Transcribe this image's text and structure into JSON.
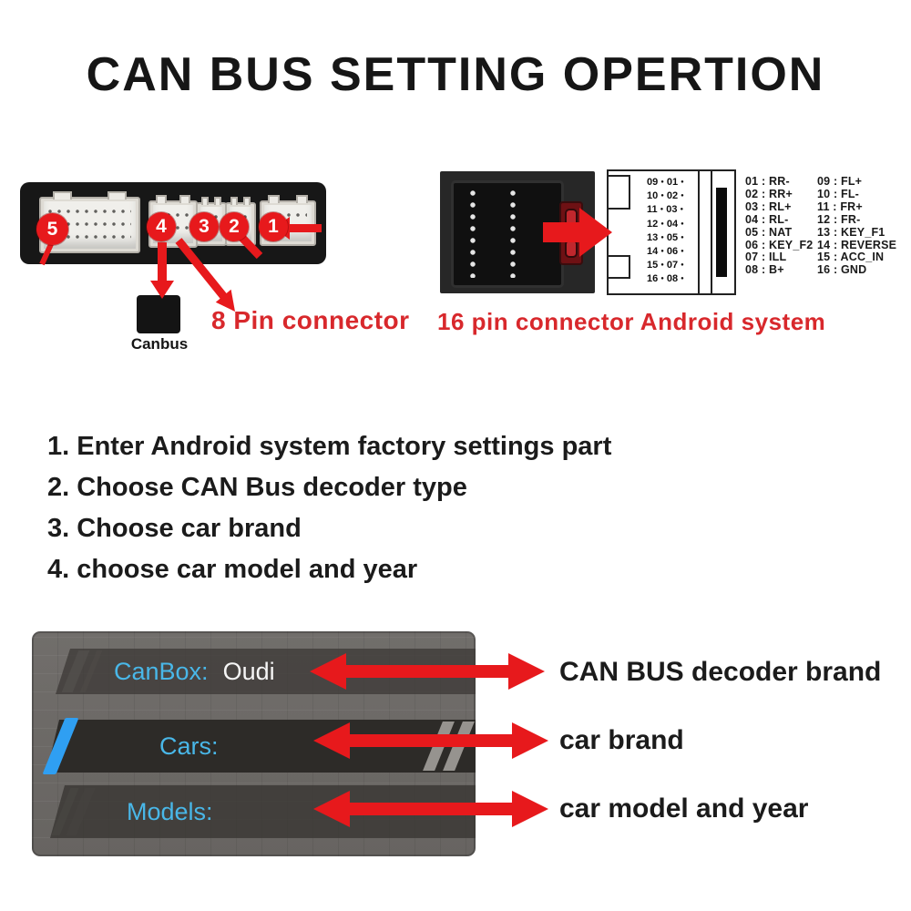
{
  "title": "CAN BUS SETTING OPERTION",
  "harness": {
    "connector_numbers": [
      "5",
      "4",
      "3",
      "2",
      "1"
    ],
    "canbus_box_label": "Canbus",
    "label_8pin": "8 Pin connector",
    "label_16pin": "16 pin connector Android system"
  },
  "pin_diagram": {
    "rows": [
      {
        "left": "09",
        "right": "01"
      },
      {
        "left": "10",
        "right": "02"
      },
      {
        "left": "11",
        "right": "03"
      },
      {
        "left": "12",
        "right": "04"
      },
      {
        "left": "13",
        "right": "05"
      },
      {
        "left": "14",
        "right": "06"
      },
      {
        "left": "15",
        "right": "07"
      },
      {
        "left": "16",
        "right": "08"
      }
    ]
  },
  "pinout": {
    "col1": [
      "01 : RR-",
      "02 : RR+",
      "03 : RL+",
      "04 : RL-",
      "05 : NAT",
      "06 : KEY_F2",
      "07 : ILL",
      "08 : B+"
    ],
    "col2": [
      "09 : FL+",
      "10 : FL-",
      "11 : FR+",
      "12 : FR-",
      "13 : KEY_F1",
      "14 : REVERSE",
      "15 : ACC_IN",
      "16 : GND"
    ]
  },
  "steps": [
    "1. Enter Android system factory settings part",
    "2. Choose CAN Bus decoder type",
    "3. Choose car brand",
    "4. choose car model and year"
  ],
  "settings_screen": {
    "rows": [
      {
        "field": "CanBox:",
        "value": "Oudi",
        "annotation": "CAN BUS decoder brand"
      },
      {
        "field": "Cars:",
        "value": "",
        "annotation": "car brand"
      },
      {
        "field": "Models:",
        "value": "",
        "annotation": "car model and year"
      }
    ]
  },
  "colors": {
    "accent_red": "#e7191c",
    "red_text": "#d8282c",
    "label_cyan": "#49b7e8",
    "screen_gray": "#6e6b68",
    "band_dark": "#2d2b28",
    "slash_blue": "#2f9ff2"
  }
}
